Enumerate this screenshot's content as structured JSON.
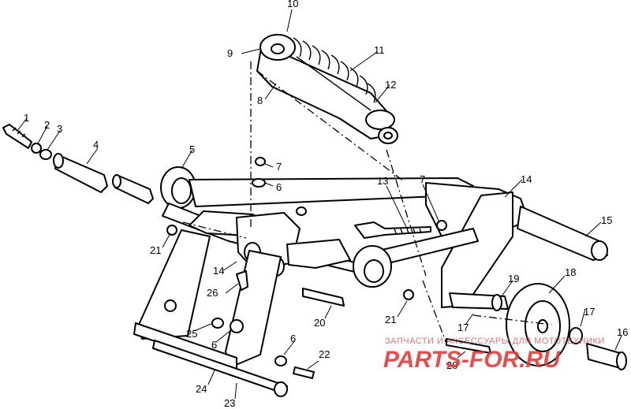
{
  "diagram": {
    "callouts": [
      "10",
      "9",
      "11",
      "12",
      "8",
      "1",
      "2",
      "3",
      "4",
      "5",
      "7",
      "6",
      "13",
      "7",
      "14",
      "15",
      "21",
      "14",
      "26",
      "18",
      "19",
      "20",
      "21",
      "17",
      "25",
      "6",
      "6",
      "22",
      "20",
      "16",
      "17",
      "24",
      "23"
    ]
  },
  "watermark": {
    "line1": "ЗАПЧАСТИ И АКСЕССУАРЫ ДЛЯ МОТОТЕХНИКИ",
    "logo": "PARTS-FOR.RU",
    "color": "#e03c3c"
  }
}
